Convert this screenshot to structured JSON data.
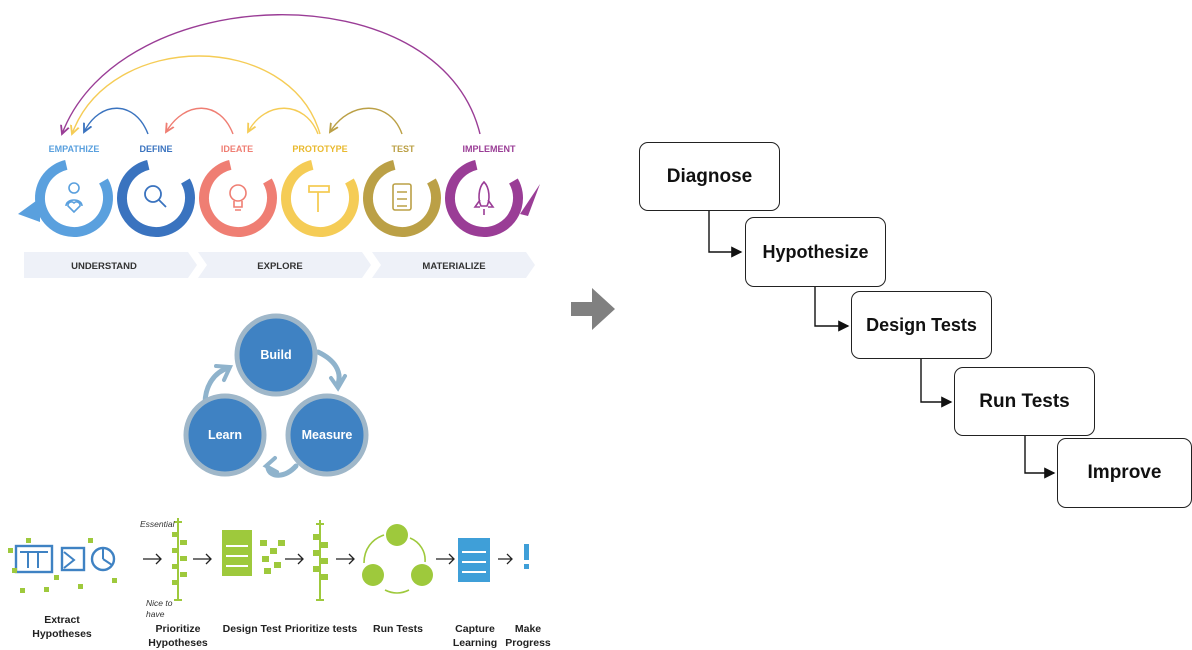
{
  "design_thinking": {
    "stages": [
      "EMPATHIZE",
      "DEFINE",
      "IDEATE",
      "PROTOTYPE",
      "TEST",
      "IMPLEMENT"
    ],
    "phases": [
      "UNDERSTAND",
      "EXPLORE",
      "MATERIALIZE"
    ],
    "colors": {
      "empathize": "#5aa0de",
      "define": "#3a73bf",
      "ideate": "#ef7e73",
      "prototype": "#f5cc56",
      "test": "#bba046",
      "implement": "#9a3d96"
    }
  },
  "lean_loop": {
    "build": "Build",
    "measure": "Measure",
    "learn": "Learn",
    "color": "#3f82c3"
  },
  "hypothesis_process": {
    "axis_top": "Essential",
    "axis_bottom": "Nice to have",
    "steps": [
      "Extract Hypotheses",
      "Prioritize Hypotheses",
      "Design Test",
      "Prioritize tests",
      "Run Tests",
      "Capture Learning",
      "Make Progress"
    ],
    "color": "#9ec93c"
  },
  "flow": {
    "steps": [
      "Diagnose",
      "Hypothesize",
      "Design Tests",
      "Run Tests",
      "Improve"
    ]
  }
}
